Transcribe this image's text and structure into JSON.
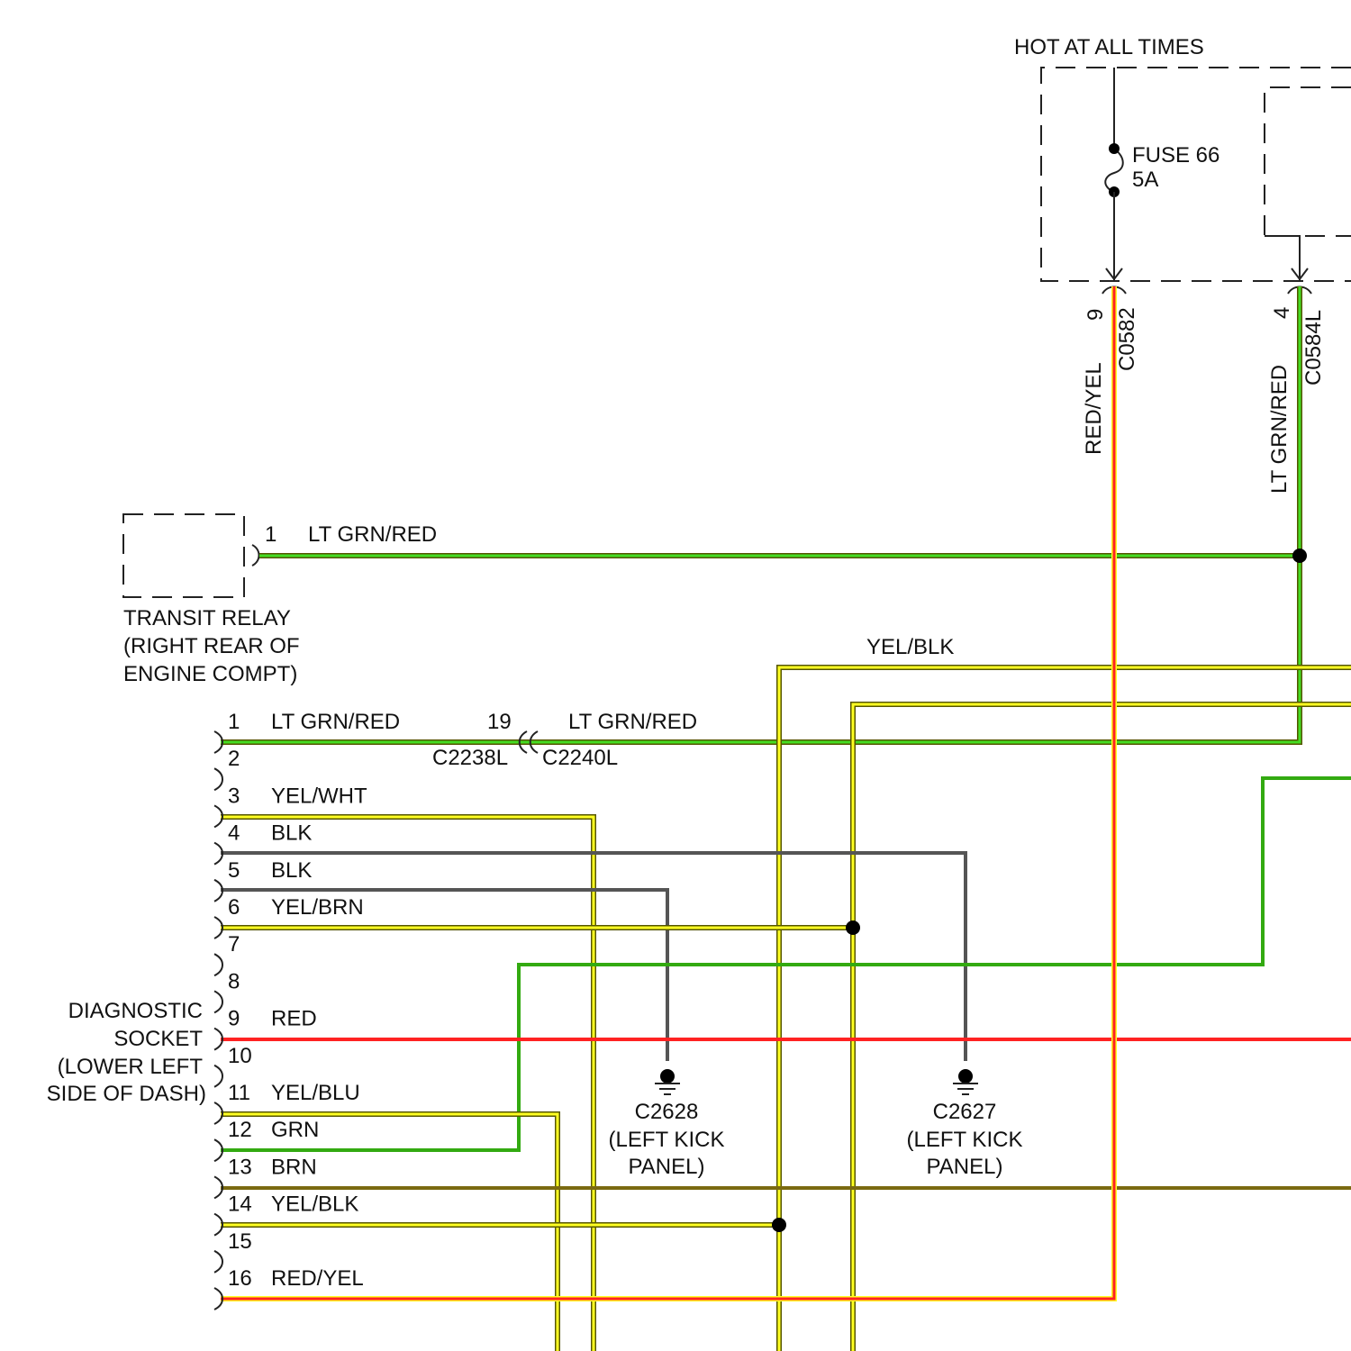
{
  "power": {
    "hot_label": "HOT AT ALL TIMES",
    "fuse_name": "FUSE 66",
    "fuse_rating": "5A",
    "pin_9": "9",
    "conn_c0582": "C0582",
    "wire_red_yel": "RED/YEL",
    "pin_4": "4",
    "conn_c0584l": "C0584L",
    "wire_lt_grn_red": "LT GRN/RED"
  },
  "relay": {
    "pin": "1",
    "wire": "LT GRN/RED",
    "title_line1": "TRANSIT RELAY",
    "title_line2": "(RIGHT REAR OF",
    "title_line3": "ENGINE COMPT)"
  },
  "inline": {
    "pin_19": "19",
    "wire_right": "LT GRN/RED",
    "conn_left": "C2238L",
    "conn_right": "C2240L",
    "top_wire": "YEL/BLK"
  },
  "socket": {
    "title_line1": "DIAGNOSTIC",
    "title_line2": "SOCKET",
    "title_line3": "(LOWER LEFT",
    "title_line4": "SIDE OF DASH)",
    "pins": [
      {
        "num": "1",
        "wire": "LT GRN/RED"
      },
      {
        "num": "2",
        "wire": ""
      },
      {
        "num": "3",
        "wire": "YEL/WHT"
      },
      {
        "num": "4",
        "wire": "BLK"
      },
      {
        "num": "5",
        "wire": "BLK"
      },
      {
        "num": "6",
        "wire": "YEL/BRN"
      },
      {
        "num": "7",
        "wire": ""
      },
      {
        "num": "8",
        "wire": ""
      },
      {
        "num": "9",
        "wire": "RED"
      },
      {
        "num": "10",
        "wire": ""
      },
      {
        "num": "11",
        "wire": "YEL/BLU"
      },
      {
        "num": "12",
        "wire": "GRN"
      },
      {
        "num": "13",
        "wire": "BRN"
      },
      {
        "num": "14",
        "wire": "YEL/BLK"
      },
      {
        "num": "15",
        "wire": ""
      },
      {
        "num": "16",
        "wire": "RED/YEL"
      }
    ]
  },
  "grounds": {
    "g1_name": "C2628",
    "g1_line1": "(LEFT KICK",
    "g1_line2": "PANEL)",
    "g2_name": "C2627",
    "g2_line1": "(LEFT KICK",
    "g2_line2": "PANEL)"
  },
  "colors": {
    "lt_grn": "#44dd22",
    "grn": "#33aa11",
    "red": "#ff2222",
    "yellow": "#ffff22",
    "black_wire": "#555555",
    "brown": "#7a6a10",
    "trace": "#555500"
  }
}
